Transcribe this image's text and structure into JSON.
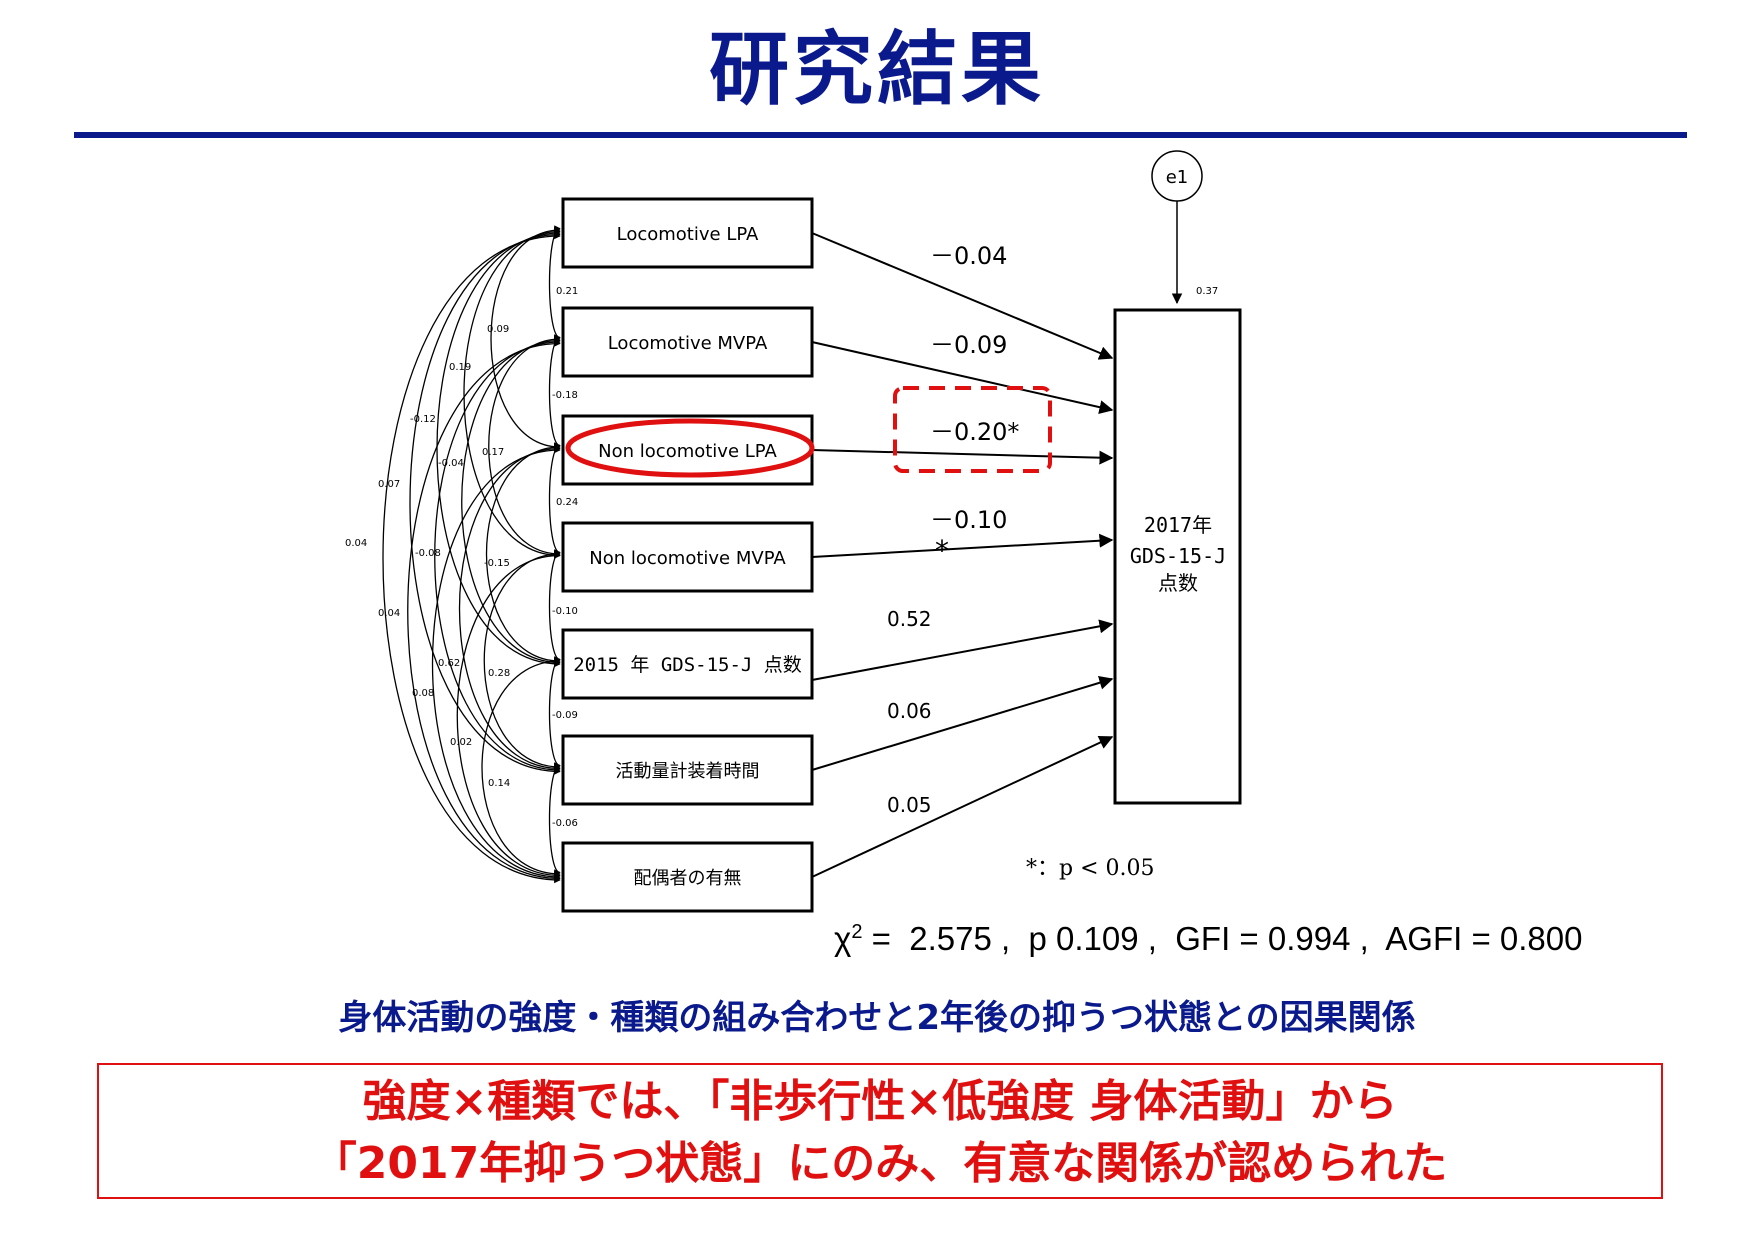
{
  "title": "研究結果",
  "diagram": {
    "predictors": [
      "Locomotive LPA",
      "Locomotive MVPA",
      "Non locomotive LPA",
      "Non locomotive MVPA",
      "2015 年 GDS-15-J 点数",
      "活動量計装着時間",
      "配偶者の有無"
    ],
    "outcome": [
      "2017年",
      "GDS-15-J",
      "点数"
    ],
    "error_term": "e1",
    "error_value": "0.37",
    "path_coefficients": [
      "－0.04",
      "－0.09",
      "－0.20*",
      "－0.10",
      "0.52",
      "0.06",
      "0.05"
    ],
    "asterisk": "*",
    "correlations": [
      "0.21",
      "-0.18",
      "0.24",
      "-0.10",
      "-0.09",
      "-0.06",
      "0.09",
      "0.19",
      "-0.12",
      "-0.04",
      "0.17",
      "0.07",
      "-0.08",
      "-0.15",
      "0.04",
      "0.04",
      "0.62",
      "0.28",
      "0.08",
      "0.02",
      "0.14"
    ],
    "significance_note": "*：p < 0.05",
    "highlight_color": "#e01010"
  },
  "fit": {
    "chi": "χ",
    "sup": "2",
    "text": " =  2.575 ,  p 0.109 ,  GFI = 0.994 ,  AGFI = 0.800"
  },
  "subtitle": "身体活動の強度・種類の組み合わせと2年後の抑うつ状態との因果関係",
  "conclusion": [
    "強度×種類では、「非歩行性×低強度  身体活動」から",
    "「2017年抑うつ状態」にのみ、有意な関係が認められた"
  ],
  "colors": {
    "title": "#0a1a8c",
    "conclusion": "#e01010"
  }
}
